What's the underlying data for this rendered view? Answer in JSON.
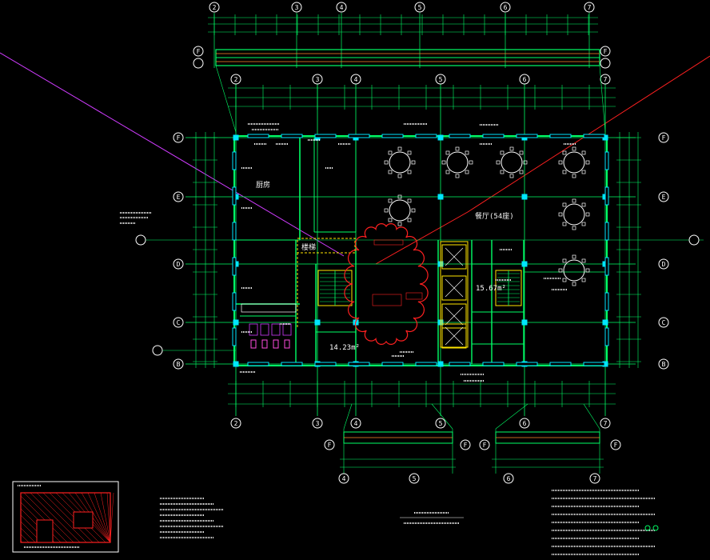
{
  "drawing": {
    "background": "#000000",
    "grid_columns": [
      "2",
      "3",
      "4",
      "5",
      "6",
      "7"
    ],
    "grid_rows": [
      "F",
      "E",
      "D",
      "C",
      "B"
    ],
    "colors": {
      "wall": "#00ff66",
      "grid_line": "#00ff66",
      "column": "#00e5ff",
      "grid_bubble": "#ffffff",
      "revision_cloud": "#ff2020",
      "red_leader": "#ff2020",
      "magenta_leader": "#d03cff",
      "fixture": "#ffffff",
      "text": "#ffffff",
      "stair_frame": "#ffe600",
      "key_plan_frame": "#ff2020"
    },
    "room_labels": {
      "kitchen": "厨房",
      "stair": "楼梯",
      "restaurant": "餐厅(54座)",
      "area_1": "15.67m²",
      "area_2": "14.23m²"
    },
    "icons": {
      "grid_bubble": "circle-icon",
      "round_table": "dining-table-icon",
      "revision_cloud": "revision-cloud-icon"
    }
  }
}
